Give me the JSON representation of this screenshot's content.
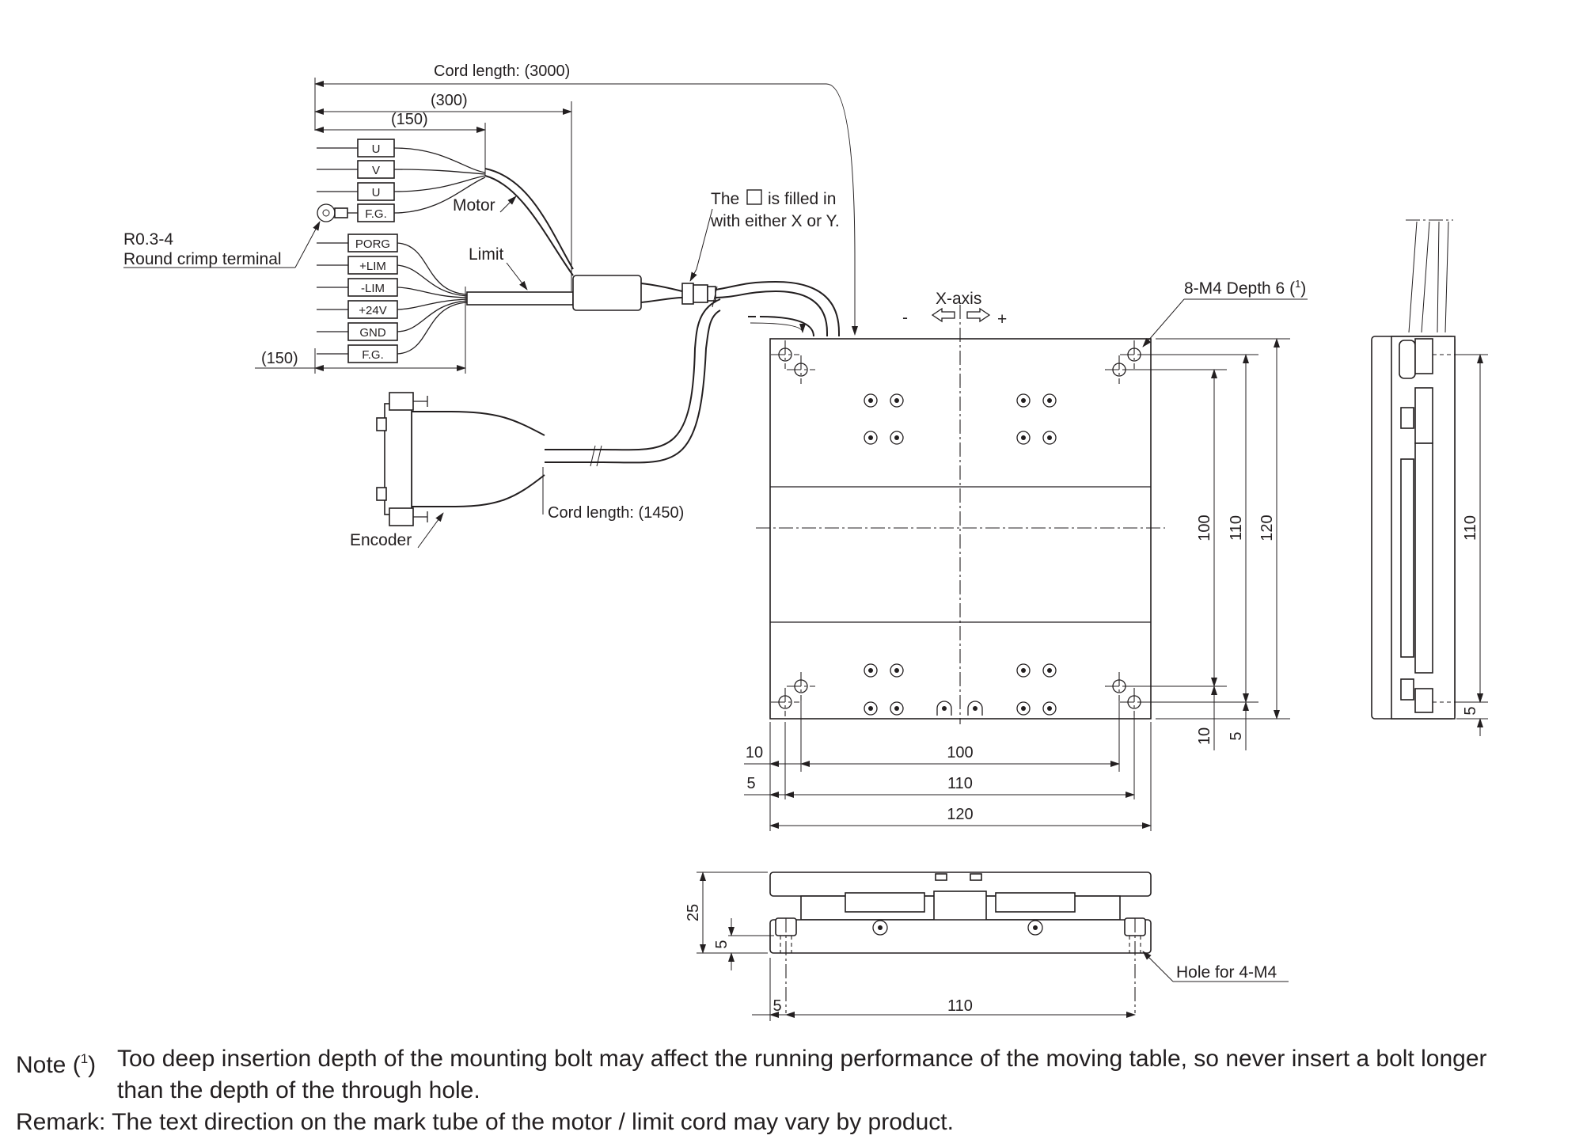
{
  "cable": {
    "cord_length_main": "Cord length: (3000)",
    "dim_300": "(300)",
    "dim_150_top": "(150)",
    "dim_150_left": "(150)",
    "motor_wires": [
      "U",
      "V",
      "U",
      "F.G."
    ],
    "limit_wires": [
      "PORG",
      "+LIM",
      "-LIM",
      "+24V",
      "GND",
      "F.G."
    ],
    "motor_label": "Motor",
    "limit_label": "Limit",
    "crimp_label_1": "R0.3-4",
    "crimp_label_2": "Round crimp terminal",
    "marker_note_1a": "The",
    "marker_note_1b": "is filled in",
    "marker_note_2": "with either X or Y.",
    "encoder_label": "Encoder",
    "cord_length_encoder": "Cord length: (1450)"
  },
  "top_view": {
    "axis_label": "X-axis",
    "minus": "-",
    "plus": "+",
    "tapped_holes": "8-M4 Depth 6 (",
    "tapped_holes_sup": "1",
    "tapped_holes_end": ")",
    "dims_right": [
      "100",
      "110",
      "120",
      "10",
      "5"
    ],
    "dims_bottom": [
      "10",
      "100",
      "5",
      "110",
      "120"
    ]
  },
  "front_view": {
    "dims": [
      "25",
      "5",
      "5",
      "110"
    ],
    "hole_label": "Hole for 4-M4"
  },
  "side_view": {
    "dims": [
      "110",
      "5"
    ]
  },
  "notes": {
    "note_head": "Note",
    "note_sup": "1",
    "note_text_1": "Too deep insertion depth of the mounting bolt may affect the running performance of the moving table, so never insert a bolt longer",
    "note_text_2": "than the depth of the through hole.",
    "remark": "Remark: The text direction on the mark tube of the motor / limit cord may vary by product."
  }
}
